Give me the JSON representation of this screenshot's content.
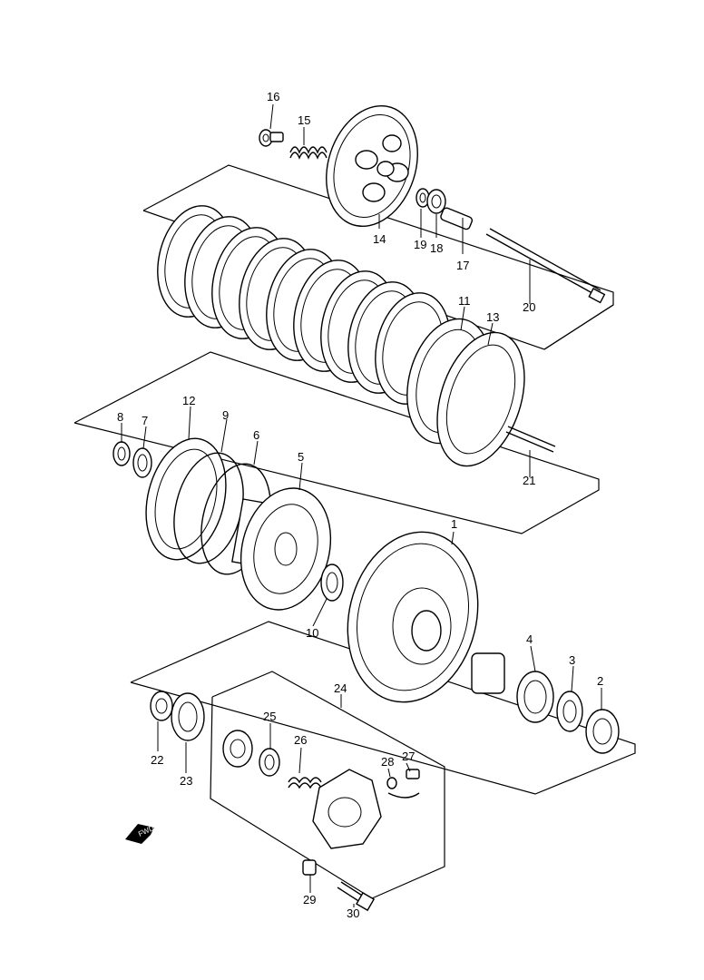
{
  "callouts": [
    "1",
    "2",
    "3",
    "4",
    "5",
    "6",
    "7",
    "8",
    "9",
    "10",
    "11",
    "12",
    "13",
    "14",
    "15",
    "16",
    "17",
    "18",
    "19",
    "20",
    "21",
    "22",
    "23",
    "24",
    "25",
    "26",
    "27",
    "28",
    "29",
    "30"
  ],
  "fwd_badge": {
    "text": "FWD",
    "icon": "fwd-arrow-icon"
  }
}
